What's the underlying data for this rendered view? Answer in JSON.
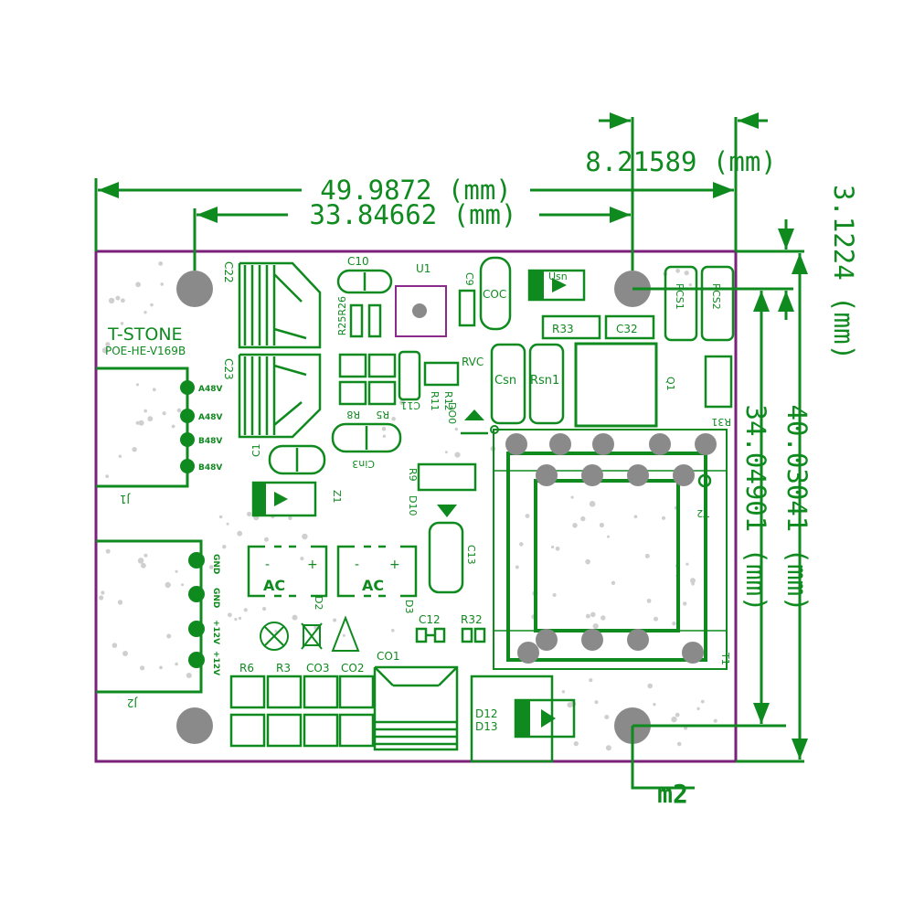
{
  "dimensions": {
    "width_total": "49.9872 (mm)",
    "width_hole": "33.84662 (mm)",
    "right_offset": "8.21589 (mm)",
    "top_offset": "3.1224 (mm)",
    "hole_height": "34.04901 (mm)",
    "total_height": "40.03041 (mm)",
    "mount_label": "m2"
  },
  "board": {
    "brand": "T-STONE",
    "model": "POE-HE-V169B",
    "j1_pins": [
      "A48V",
      "A48V",
      "B48V",
      "B48V"
    ],
    "j2_pins": [
      "GND",
      "GND",
      "+12V",
      "+12V"
    ],
    "ac": "AC",
    "plus": "+",
    "minus": "-"
  },
  "refdes": {
    "c22": "C22",
    "c23": "C23",
    "c10": "C10",
    "u1": "U1",
    "c9": "C9",
    "coc": "COC",
    "usn": "Usn",
    "rcs1": "RCS1",
    "rcs2": "RCS2",
    "r25r26": "R25R26",
    "r33": "R33",
    "c32": "C32",
    "rvc": "RVC",
    "csn": "Csn",
    "rsn1": "Rsn1",
    "q1": "Q1",
    "r31": "R31",
    "r8": "R8",
    "r5": "R5",
    "c11": "C11",
    "r11": "R11",
    "r12": "R12",
    "do0": "DO0",
    "cin3": "Cin3",
    "c1": "C1",
    "z1": "Z1",
    "r9": "R9",
    "d10": "D10",
    "t2": "T2",
    "c13": "C13",
    "j1": "J1",
    "j2": "J2",
    "d2": "D2",
    "d3": "D3",
    "c12": "C12",
    "r32": "R32",
    "t1": "T1",
    "r6": "R6",
    "r3": "R3",
    "co3": "CO3",
    "co2": "CO2",
    "co1": "CO1",
    "d12": "D12",
    "d13": "D13"
  },
  "colors": {
    "silkscreen": "#0f8a1f",
    "outline": "#7a1f7a",
    "hole": "#8a8a8a",
    "via": "#cfcfcf",
    "background": "#ffffff"
  }
}
